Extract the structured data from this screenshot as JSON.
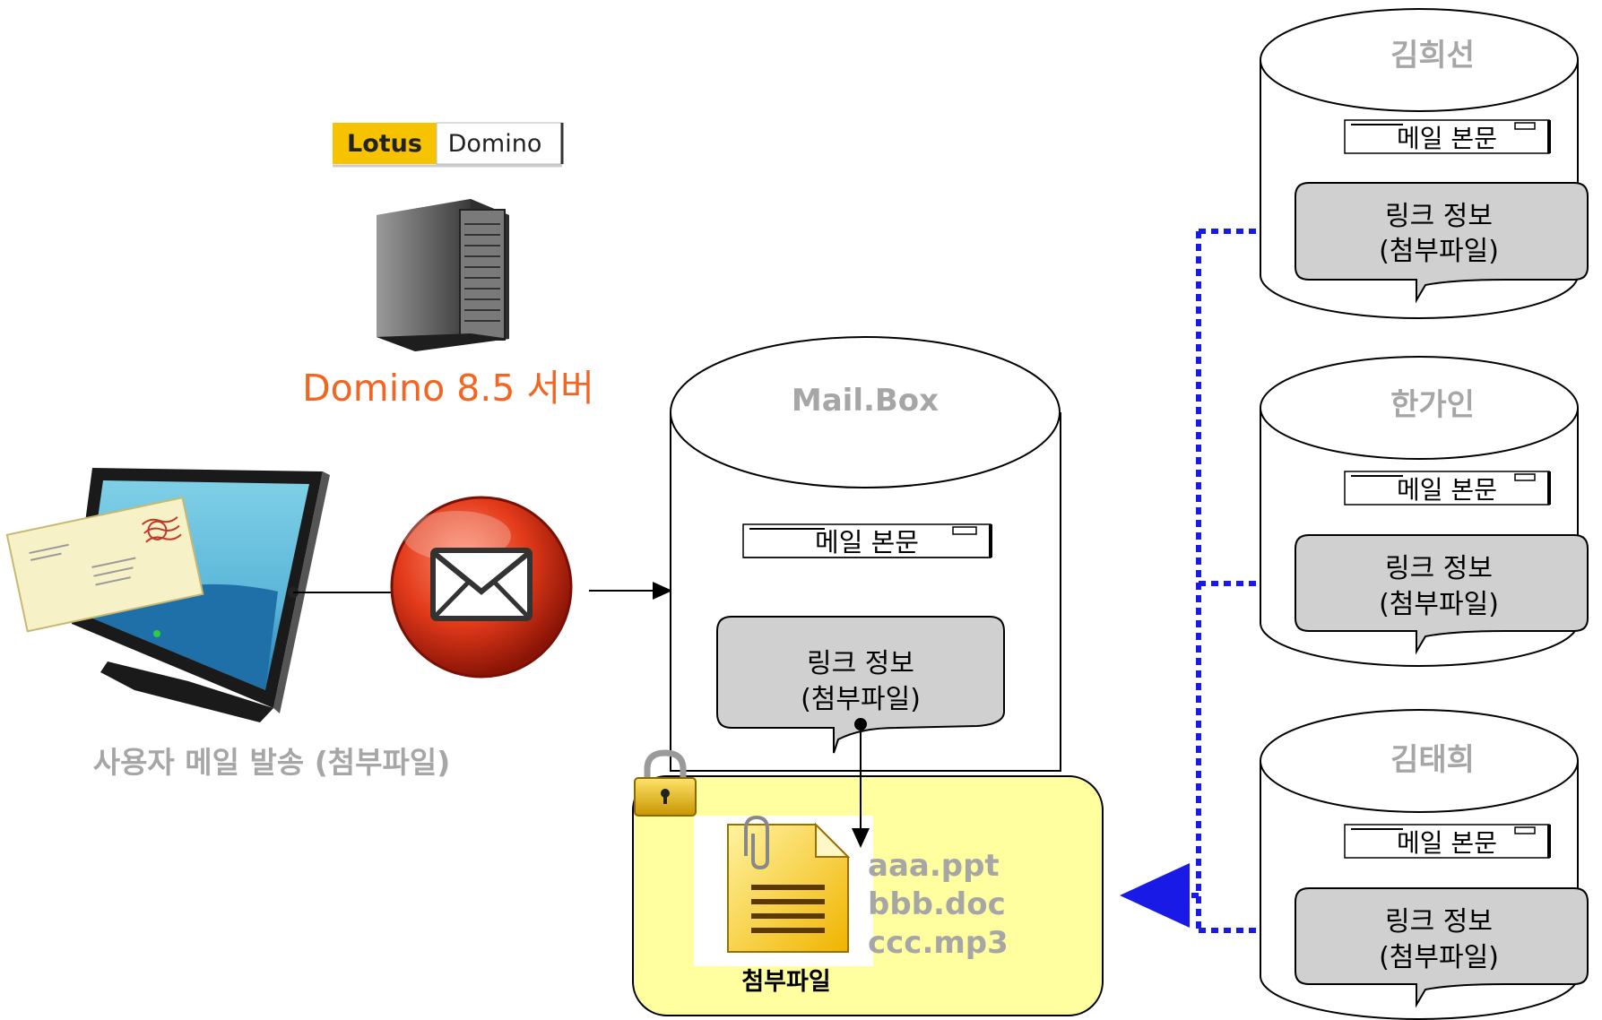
{
  "logo": {
    "left": "Lotus",
    "right": "Domino"
  },
  "server_label": "Domino 8.5 서버",
  "sender_caption": "사용자 메일 발송 (첨부파일)",
  "mailbox": {
    "title": "Mail.Box",
    "body_label": "메일 본문",
    "link_line1": "링크 정보",
    "link_line2": "(첨부파일)"
  },
  "attachment_store": {
    "files": [
      "aaa.ppt",
      "bbb.doc",
      "ccc.mp3"
    ],
    "caption": "첨부파일"
  },
  "recipients": [
    {
      "name": "김희선",
      "body_label": "메일 본문",
      "link_line1": "링크 정보",
      "link_line2": "(첨부파일)"
    },
    {
      "name": "한가인",
      "body_label": "메일 본문",
      "link_line1": "링크 정보",
      "link_line2": "(첨부파일)"
    },
    {
      "name": "김태희",
      "body_label": "메일 본문",
      "link_line1": "링크 정보",
      "link_line2": "(첨부파일)"
    }
  ],
  "colors": {
    "server_label": "#f26522",
    "gray_text": "#a6a6a6",
    "callout_fill": "#d0d0d0",
    "store_fill": "#ffffa0",
    "dotted_link": "#1a1ae6",
    "logo_yellow": "#f7c300"
  }
}
